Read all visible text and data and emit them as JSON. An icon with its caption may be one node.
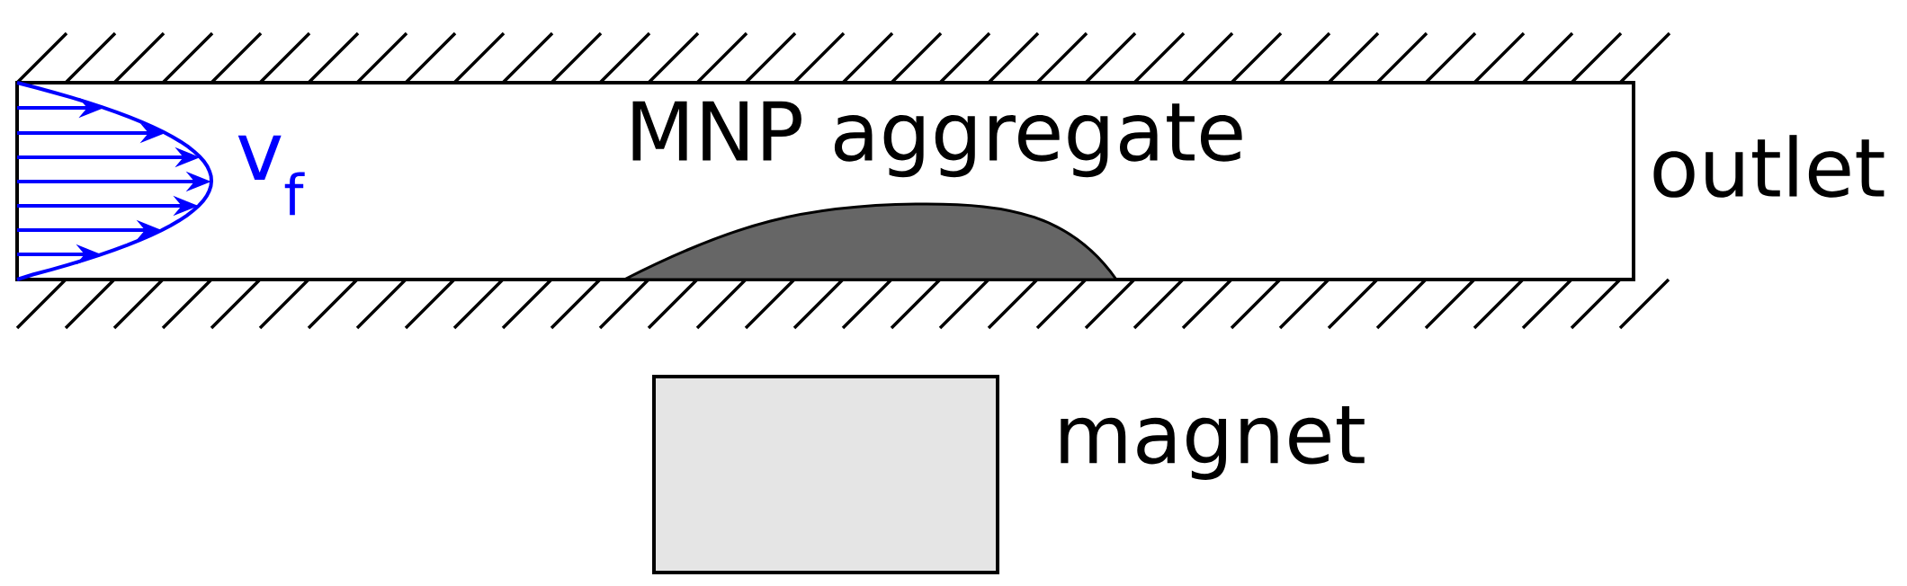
{
  "diagram": {
    "nodes": [
      {
        "text": [],
        "shape": "mound",
        "beside": [
          "MNP aggregate"
        ]
      },
      {
        "text": [],
        "shape": "box",
        "beside": [
          "magnet"
        ]
      }
    ],
    "labels": [
      "outlet",
      "v$_{f}$"
    ]
  }
}
